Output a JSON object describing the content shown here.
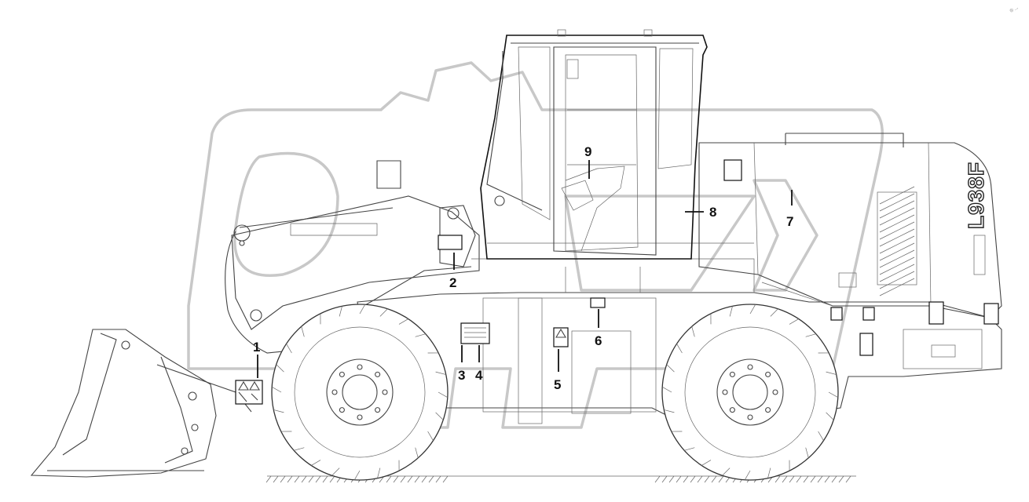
{
  "model_badge": "L938F",
  "watermark_corner": "© ...",
  "callouts": [
    {
      "id": "1",
      "label": "1"
    },
    {
      "id": "2",
      "label": "2"
    },
    {
      "id": "3",
      "label": "3"
    },
    {
      "id": "4",
      "label": "4"
    },
    {
      "id": "5",
      "label": "5"
    },
    {
      "id": "6",
      "label": "6"
    },
    {
      "id": "7",
      "label": "7"
    },
    {
      "id": "8",
      "label": "8"
    },
    {
      "id": "9",
      "label": "9"
    }
  ]
}
